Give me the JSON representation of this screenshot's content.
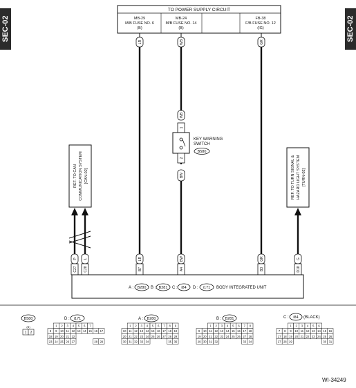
{
  "page": {
    "tab_left": "SEC-02",
    "tab_right": "SEC-02",
    "code": "WI-34249"
  },
  "power": {
    "title": "TO POWER SUPPLY CIRCUIT",
    "fuses": [
      {
        "l1": "MB-29",
        "l2": "M/B FUSE NO. 6",
        "l3": "(B)"
      },
      {
        "l1": "MB-24",
        "l2": "M/B FUSE NO. 14",
        "l3": "(B)"
      },
      {
        "l1": "",
        "l2": "",
        "l3": ""
      },
      {
        "l1": "FB-38",
        "l2": "F/B FUSE NO. 12",
        "l3": "(IG)"
      }
    ]
  },
  "wires": {
    "top": [
      "LR",
      "WB",
      "GR"
    ],
    "sw_top": "WB",
    "sw_bottom": "BW",
    "pin1": "1",
    "pin2": "2",
    "bottom": [
      {
        "pin": "C27",
        "color": "P"
      },
      {
        "pin": "C28",
        "color": "L"
      },
      {
        "pin": "B7",
        "color": "LR"
      },
      {
        "pin": "A4",
        "color": "BW"
      },
      {
        "pin": "B3",
        "color": "GR"
      },
      {
        "pin": "D18",
        "color": "G"
      }
    ]
  },
  "switch": {
    "name1": "KEY WARNING",
    "name2": "SWITCH",
    "conn": "B580"
  },
  "refs": {
    "can": [
      "REF. TO CAN",
      "COMMUNICATION SYSTEM",
      "[CAN-02]"
    ],
    "turn": [
      "REF. TO TURN SIGNAL &",
      "HAZARD LIGHT SYSTEM",
      "[TURN-02]"
    ]
  },
  "unit": {
    "a_lbl": "A :",
    "a": "B280",
    "b_lbl": "B :",
    "b": "B281",
    "c_lbl": "C :",
    "c": "i84",
    "d_lbl": "D :",
    "d": "i171",
    "name": "BODY INTEGRATED UNIT"
  },
  "connectors": {
    "b580": {
      "name": "B580",
      "sub": "(B)",
      "pins": [
        "1",
        "2"
      ]
    },
    "d": {
      "prefix": "D :",
      "name": "i171"
    },
    "a": {
      "prefix": "A :",
      "name": "B280"
    },
    "b": {
      "prefix": "B :",
      "name": "B281"
    },
    "c": {
      "prefix": "C :",
      "name": "i84",
      "suffix": "(BLACK)"
    }
  }
}
